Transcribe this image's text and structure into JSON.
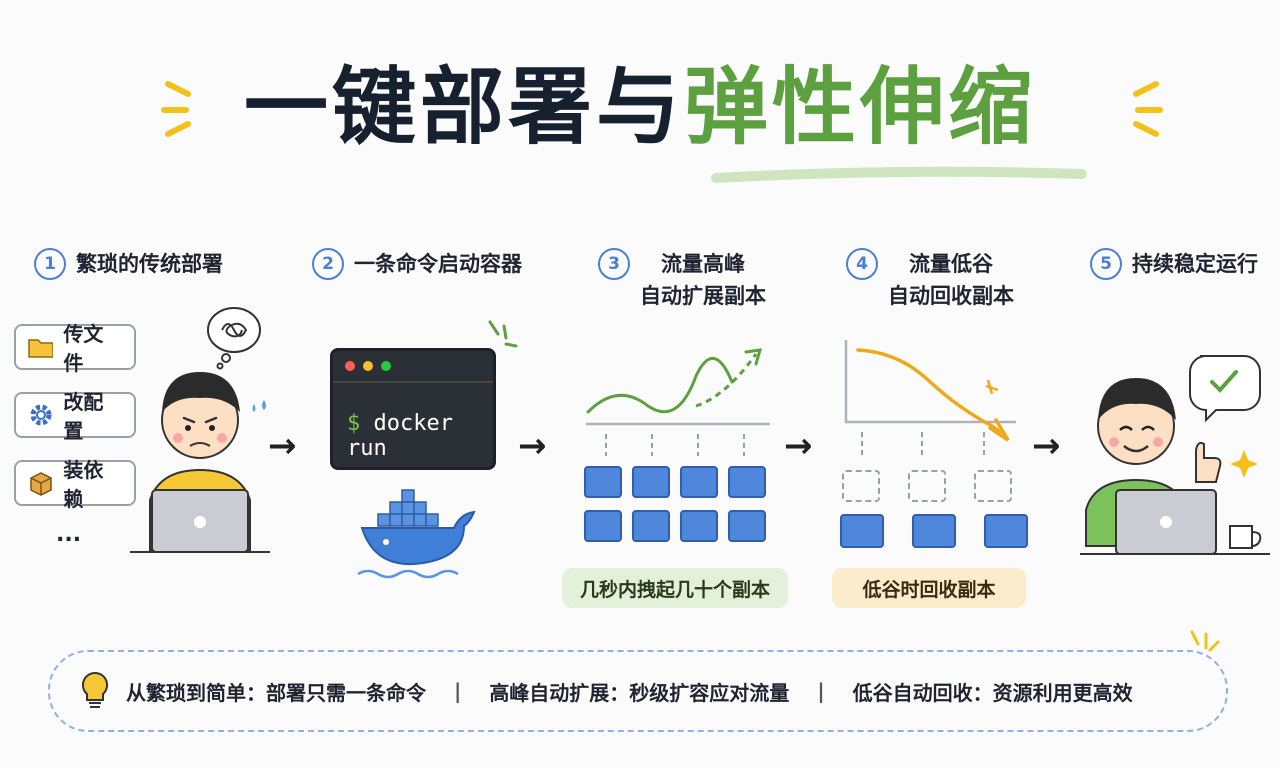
{
  "title": {
    "part1": "一键部署与",
    "part2": "弹性伸缩"
  },
  "steps": [
    {
      "num": "1",
      "text": "繁琐的传统部署"
    },
    {
      "num": "2",
      "text": "一条命令启动容器"
    },
    {
      "num": "3",
      "text": "流量高峰\n自动扩展副本"
    },
    {
      "num": "4",
      "text": "流量低谷\n自动回收副本"
    },
    {
      "num": "5",
      "text": "持续稳定运行"
    }
  ],
  "tasks": [
    {
      "icon": "folder-icon",
      "label": "传文件"
    },
    {
      "icon": "gear-icon",
      "label": "改配置"
    },
    {
      "icon": "package-icon",
      "label": "装依赖"
    }
  ],
  "tasks_more": "...",
  "terminal": {
    "prompt": "$",
    "command": "docker run"
  },
  "scale_up_label": "几秒内拽起几十个副本",
  "scale_down_label": "低谷时回收副本",
  "footer": {
    "items": [
      "从繁琐到简单：部署只需一条命令",
      "高峰自动扩展：秒级扩容应对流量",
      "低谷自动回收：资源利用更高效"
    ],
    "separator": "|"
  },
  "colors": {
    "green": "#5da040",
    "blue": "#4a7fd4",
    "orange": "#f0a818",
    "dark": "#16202e"
  }
}
